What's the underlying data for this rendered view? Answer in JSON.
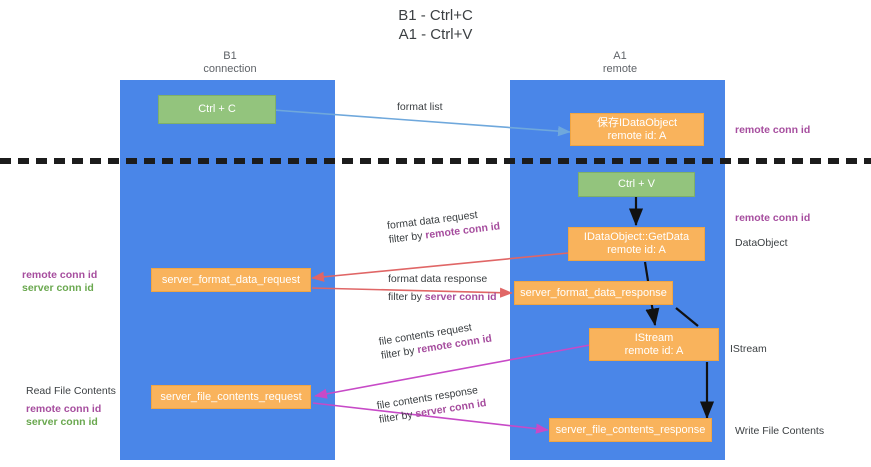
{
  "title": {
    "line1": "B1 - Ctrl+C",
    "line2": "A1 - Ctrl+V"
  },
  "colors": {
    "lane": "#4a86e8",
    "green_node": "#93c47d",
    "orange_node": "#f9b35c",
    "remote_conn_id": "#a64d9e",
    "server_conn_id": "#6aa84f",
    "arrow_blue": "#6fa8dc",
    "arrow_red": "#e06666",
    "arrow_magenta": "#c74ac7",
    "arrow_black": "#000000",
    "divider": "#1c1c1c",
    "text": "#3c4043"
  },
  "columns": [
    {
      "name": "left-column",
      "line1": "B1",
      "line2": "connection"
    },
    {
      "name": "right-column",
      "line1": "A1",
      "line2": "remote"
    }
  ],
  "nodes": [
    {
      "id": "ctrl-c",
      "line1": "Ctrl + C",
      "line2": "",
      "style": "green"
    },
    {
      "id": "save-idataobject",
      "line1": "保存IDataObject",
      "line2": "remote id: A",
      "style": "orange"
    },
    {
      "id": "ctrl-v",
      "line1": "Ctrl + V",
      "line2": "",
      "style": "green"
    },
    {
      "id": "idataobject-getdata",
      "line1": "IDataObject::GetData",
      "line2": "remote id: A",
      "style": "orange"
    },
    {
      "id": "server-format-data-request",
      "line1": "server_format_data_request",
      "line2": "",
      "style": "orange"
    },
    {
      "id": "server-format-data-response",
      "line1": "server_format_data_response",
      "line2": "",
      "style": "orange"
    },
    {
      "id": "istream",
      "line1": "IStream",
      "line2": "remote id: A",
      "style": "orange"
    },
    {
      "id": "server-file-contents-request",
      "line1": "server_file_contents_request",
      "line2": "",
      "style": "orange"
    },
    {
      "id": "server-file-contents-response",
      "line1": "server_file_contents_response",
      "line2": "",
      "style": "orange"
    }
  ],
  "edge_labels": [
    {
      "id": "format-list",
      "text": "format list",
      "filter_prefix": "",
      "filter_value": "",
      "filter_kind": ""
    },
    {
      "id": "format-data-request",
      "text": "format data request",
      "filter_prefix": "filter by ",
      "filter_value": "remote conn id",
      "filter_kind": "remote"
    },
    {
      "id": "format-data-response",
      "text": "format data response",
      "filter_prefix": "filter by ",
      "filter_value": "server conn id",
      "filter_kind": "server"
    },
    {
      "id": "file-contents-request",
      "text": "file contents request",
      "filter_prefix": "filter by ",
      "filter_value": "remote conn id",
      "filter_kind": "remote"
    },
    {
      "id": "file-contents-response",
      "text": "file contents response",
      "filter_prefix": "filter by ",
      "filter_value": "server conn id",
      "filter_kind": "server"
    }
  ],
  "side_notes": {
    "right_top_remote": "remote conn id",
    "right_mid_remote": "remote conn id",
    "right_dataobject": "DataObject",
    "right_istream": "IStream",
    "right_write_file_contents": "Write File Contents",
    "left_remote_1": "remote conn id",
    "left_server_1": "server conn id",
    "left_read_file_contents": "Read File Contents",
    "left_remote_2": "remote conn id",
    "left_server_2": "server conn id"
  }
}
